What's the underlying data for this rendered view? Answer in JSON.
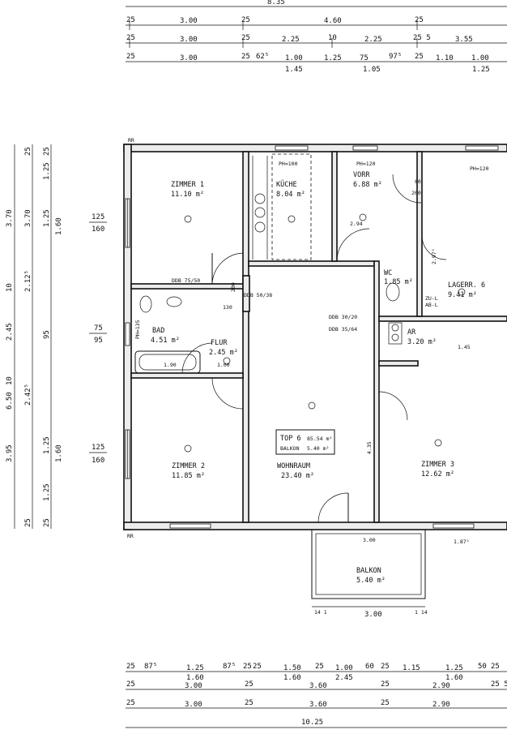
{
  "dims_top": {
    "overall": "8.35",
    "row1": [
      "25",
      "3.00",
      "25",
      "4.60",
      "25"
    ],
    "row2": [
      "25",
      "3.00",
      "25",
      "2.25",
      "10",
      "2.25",
      "25 5",
      "3.55"
    ],
    "row3": [
      "25",
      "3.00",
      "25",
      "62⁵",
      "1.00",
      "1.25",
      "75",
      "97⁵",
      "25",
      "1.10",
      "1.00"
    ],
    "row3_sub": [
      "1.45",
      "1.05",
      "1.25"
    ]
  },
  "dims_left": {
    "overall": "6.50",
    "col_a": [
      "3.70",
      "10",
      "2.45",
      "10",
      "3.95"
    ],
    "col_b": [
      "25",
      "3.70",
      "2.12⁵",
      "2.42⁵",
      "25"
    ],
    "col_c": [
      "25",
      "1.25",
      "1.25",
      "95",
      "1.25",
      "1.25",
      "25"
    ],
    "col_d": [
      "1.60",
      "1.60"
    ],
    "window_marks": [
      "125",
      "160",
      "75",
      "95",
      "125",
      "160"
    ]
  },
  "dims_bottom": {
    "overall": "10.25",
    "row1": [
      "25",
      "87⁵",
      "1.25",
      "87⁵",
      "25",
      "25",
      "1.50",
      "25",
      "1.00",
      "60",
      "25",
      "1.15",
      "1.25",
      "50",
      "25"
    ],
    "row1_sub": [
      "1.60",
      "1.60",
      "2.45",
      "1.60"
    ],
    "row2": [
      "25",
      "3.00",
      "25",
      "3.60",
      "25",
      "2.90",
      "25 5"
    ],
    "row3": [
      "25",
      "3.00",
      "25",
      "3.60",
      "25",
      "2.90"
    ]
  },
  "rooms": [
    {
      "name": "ZIMMER 1",
      "area": "11.10 m²"
    },
    {
      "name": "KÜCHE",
      "area": "8.04 m²"
    },
    {
      "name": "VORR",
      "area": "6.88 m²"
    },
    {
      "name": "LAGERR. 6",
      "area": "9.41 m²"
    },
    {
      "name": "BAD",
      "area": "4.51 m²"
    },
    {
      "name": "FLUR",
      "area": "2.45 m²"
    },
    {
      "name": "WC",
      "area": "1.85 m²"
    },
    {
      "name": "AR",
      "area": "3.20 m²"
    },
    {
      "name": "ZIMMER 2",
      "area": "11.85 m²"
    },
    {
      "name": "WOHNRAUM",
      "area": "23.40 m²"
    },
    {
      "name": "ZIMMER 3",
      "area": "12.62 m²"
    },
    {
      "name": "BALKON",
      "area": "5.40 m²"
    }
  ],
  "unit_box": {
    "label": "TOP 6",
    "area": "85.54 m²",
    "balcony_label": "BALKON",
    "balcony_area": "5.40 m²"
  },
  "annotations": {
    "parapet_kueche": "PH=100",
    "parapet_vorr": "PH=120",
    "parapet_top_right": "PH=120",
    "parapet_bad": "PH=135",
    "door_bad": "DDB 75/50",
    "door_flur": "DDB 50/38",
    "door_wc": "DDB 30/20",
    "door_ar": "DDB 35/64",
    "flur_130": "130",
    "door_200": "200",
    "kitchen_294": "2.94",
    "lager_297": "2.97⁵",
    "vorr_80": "80",
    "vorr_200": "200",
    "bad_190": "1.90",
    "bad_100": "1.00",
    "balkon_300": "3.00",
    "balkon_141": "14 1",
    "balkon_14": "1 14",
    "balkon_dim": "3.00",
    "zimmer3_187": "1.87⁵",
    "wr_435": "4.35",
    "ar_145": "1.45",
    "zu_label": "ZU-L",
    "ab_label": "AB-L",
    "rr_mark": "RR"
  }
}
